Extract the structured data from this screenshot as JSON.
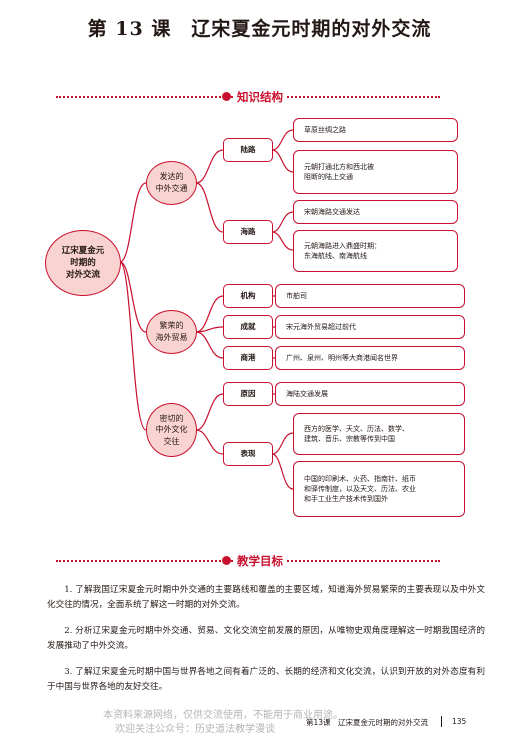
{
  "title": "第 13 课　辽宋夏金元时期的对外交流",
  "section1": "知识结构",
  "section2": "教学目标",
  "mindmap": {
    "root": [
      "辽宋夏金元",
      "时期的",
      "对外交流"
    ],
    "branch1": [
      "发达的",
      "中外交通"
    ],
    "branch2": [
      "繁荣的",
      "海外贸易"
    ],
    "branch3": [
      "密切的",
      "中外文化",
      "交往"
    ],
    "lu": "陆路",
    "lu_items": [
      [
        "草原丝绸之路"
      ],
      [
        "元朝打通北方和西北被",
        "阻断的陆上交通"
      ]
    ],
    "hai": "海路",
    "hai_items": [
      [
        "宋朝海路交通发达"
      ],
      [
        "元朝海路进入鼎盛时期：",
        "东海航线、南海航线"
      ]
    ],
    "jigou": "机构",
    "jigou_item": "市舶司",
    "chengjiu": "成就",
    "chengjiu_item": "宋元海外贸易超过前代",
    "shanggang": "商港",
    "shanggang_item": "广州、泉州、明州等大商港闻名世界",
    "yuanyin": "原因",
    "yuanyin_item": "海陆交通发展",
    "biaoxian": "表现",
    "biaoxian_items": [
      [
        "西方的医学、天文、历法、数学、",
        "建筑、音乐、宗教等传到中国"
      ],
      [
        "中国的印刷术、火药、指南针、纸币",
        "和驿传制度，以及天文、历法、农业",
        "和手工业生产技术传到国外"
      ]
    ]
  },
  "objectives": [
    "1. 了解我国辽宋夏金元时期中外交通的主要路线和覆盖的主要区域，知道海外贸易繁荣的主要表现以及中外文化交往的情况，全面系统了解这一时期的对外交流。",
    "2. 分析辽宋夏金元时期中外交通、贸易、文化交流空前发展的原因，从唯物史观角度理解这一时期我国经济的发展推动了中外交流。",
    "3. 了解辽宋夏金元时期中国与世界各地之间有着广泛的、长期的经济和文化交流，认识到开放的对外态度有利于中国与世界各地的友好交往。"
  ],
  "watermark": [
    "本资料来源网络，仅供交流使用，不能用于商业用途。",
    "欢迎关注公众号：历史道法教学漫谈"
  ],
  "footer": {
    "lesson": "第13课　辽宋夏金元时期的对外交流",
    "page": "135"
  },
  "colors": {
    "accent": "#c8102e",
    "fill": "#f9d3cf"
  }
}
